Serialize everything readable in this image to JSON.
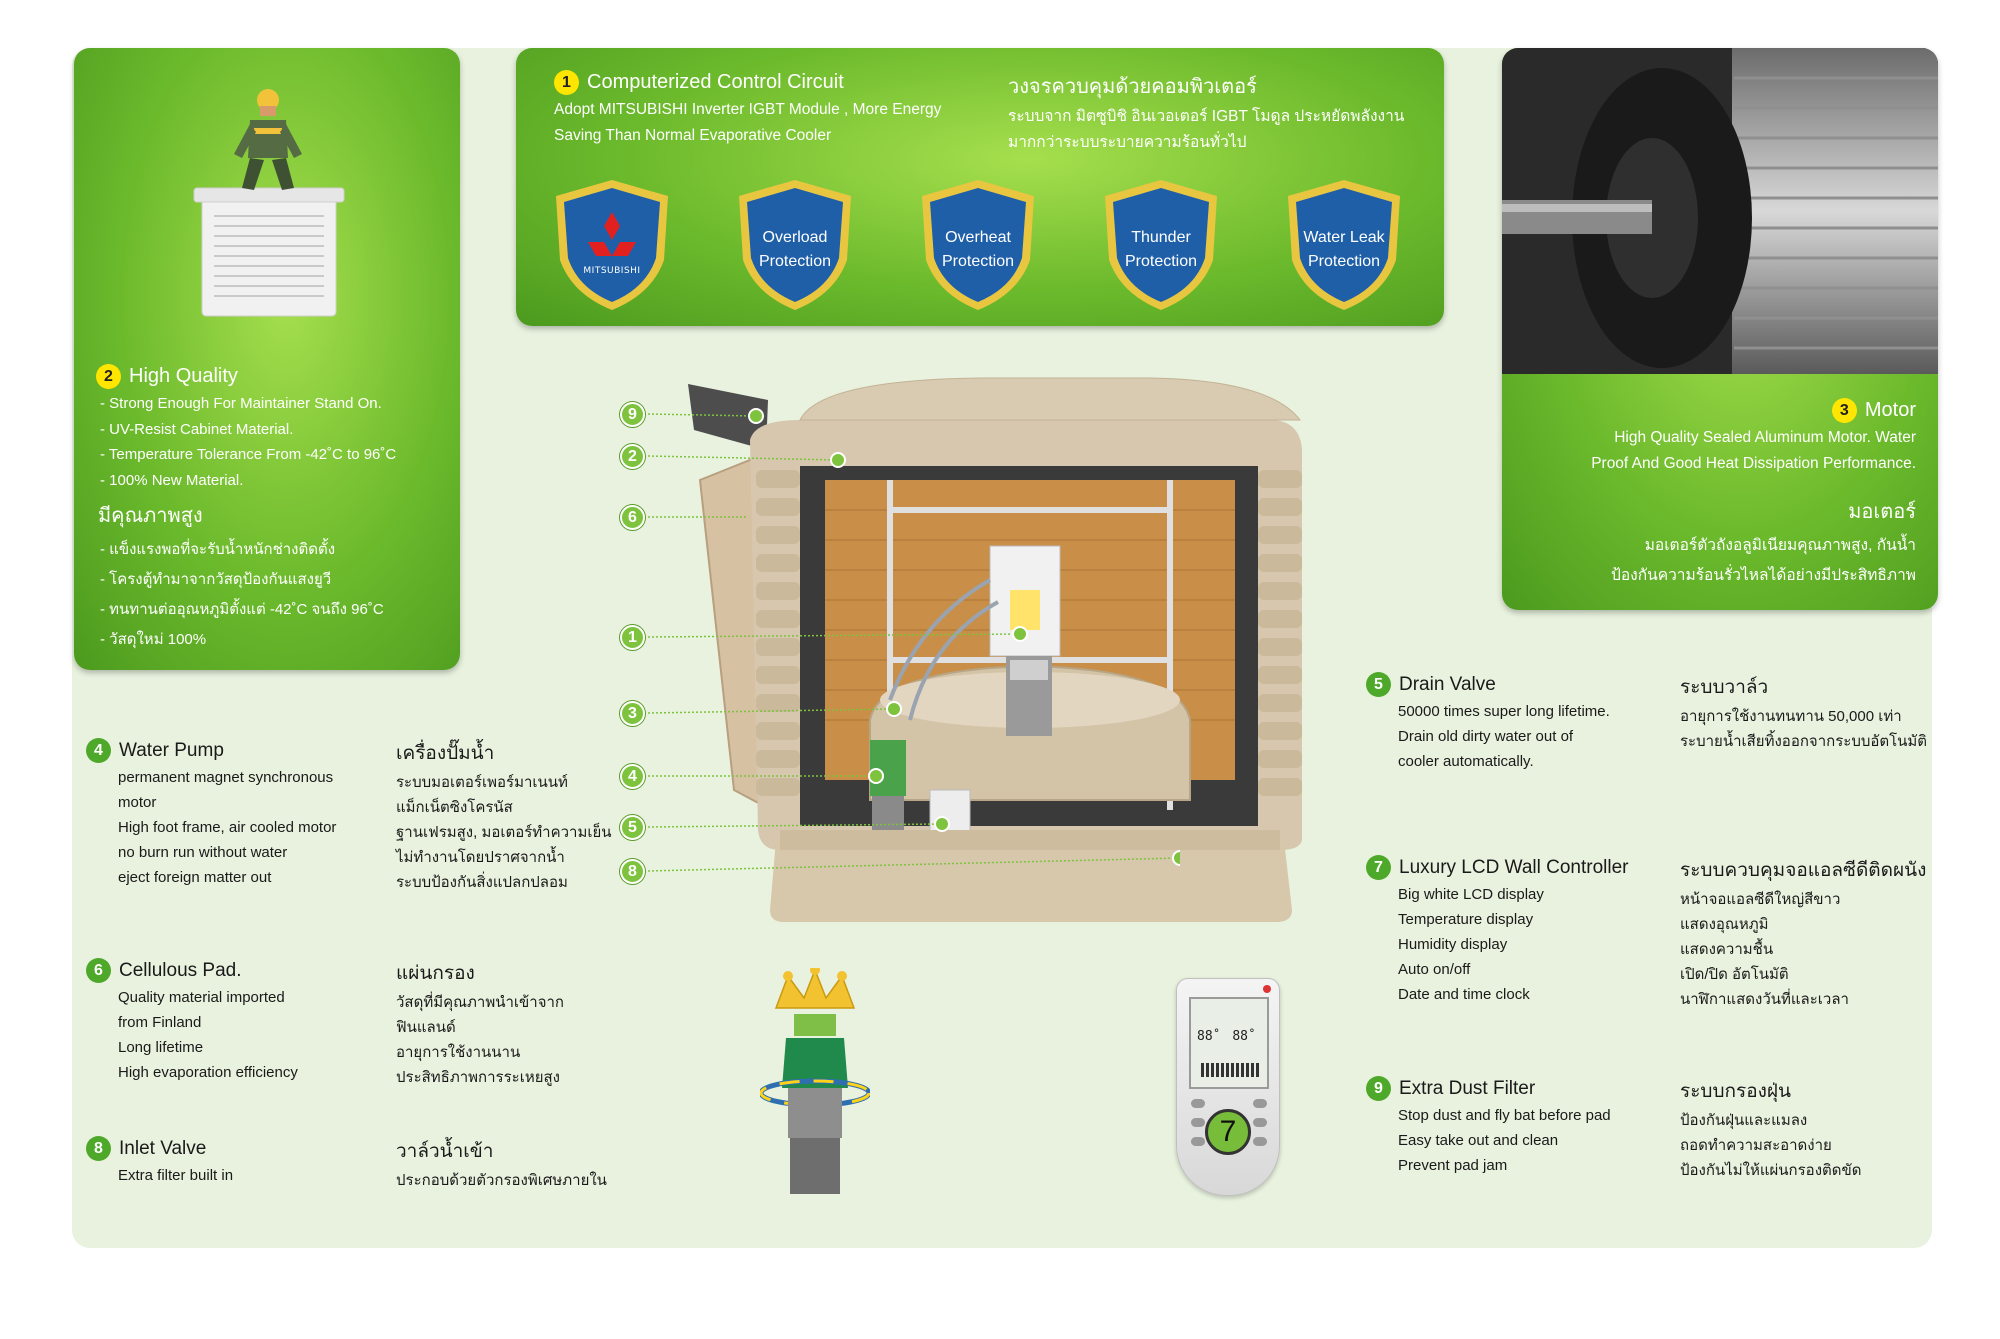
{
  "panel1": {
    "num": "1",
    "title_en": "Computerized Control Circuit",
    "desc_en": [
      "Adopt MITSUBISHI Inverter IGBT Module , More Energy",
      "Saving Than Normal Evaporative Cooler"
    ],
    "title_th": "วงจรควบคุมด้วยคอมพิวเตอร์",
    "desc_th": [
      "ระบบจาก มิตซูบิชิ อินเวอเตอร์ IGBT โมดูล ประหยัดพลังงาน",
      "มากกว่าระบบระบายความร้อนทั่วไป"
    ],
    "shields": [
      {
        "logo": "MITSUBISHI"
      },
      {
        "line1": "Overload",
        "line2": "Protection"
      },
      {
        "line1": "Overheat",
        "line2": "Protection"
      },
      {
        "line1": "Thunder",
        "line2": "Protection"
      },
      {
        "line1": "Water Leak",
        "line2": "Protection"
      }
    ]
  },
  "panel2": {
    "num": "2",
    "title_en": "High Quality",
    "items_en": [
      "- Strong Enough For Maintainer Stand On.",
      "- UV-Resist Cabinet Material.",
      "- Temperature Tolerance From -42˚C to 96˚C",
      "- 100% New Material."
    ],
    "title_th": "มีคุณภาพสูง",
    "items_th": [
      "- แข็งแรงพอที่จะรับน้ำหนักช่างติดตั้ง",
      "- โครงตู้ทำมาจากวัสดุป้องกันแสงยูวี",
      "- ทนทานต่ออุณหภูมิตั้งแต่ -42˚C จนถึง 96˚C",
      "- วัสดุใหม่ 100%"
    ]
  },
  "panel3": {
    "num": "3",
    "title_en": "Motor",
    "desc_en": [
      "High Quality Sealed Aluminum Motor. Water",
      "Proof And Good Heat Dissipation Performance."
    ],
    "title_th": "มอเตอร์",
    "desc_th": [
      "มอเตอร์ตัวถังอลูมิเนียมคุณภาพสูง, กันน้ำ",
      "ป้องกันความร้อนรั่วไหลได้อย่างมีประสิทธิภาพ"
    ]
  },
  "features": {
    "pump": {
      "num": "4",
      "title_en": "Water Pump",
      "lines_en": [
        "permanent magnet synchronous",
        "motor",
        "High foot frame, air cooled motor",
        "no burn run without water",
        "eject foreign matter out"
      ],
      "title_th": "เครื่องปั๊มน้ำ",
      "lines_th": [
        "ระบบมอเตอร์เพอร์มาเนนท์",
        "แม็กเน็ตซิงโครนัส",
        "ฐานเฟรมสูง, มอเตอร์ทำความเย็น",
        "ไม่ทำงานโดยปราศจากน้ำ",
        "ระบบป้องกันสิ่งแปลกปลอม"
      ]
    },
    "pad": {
      "num": "6",
      "title_en": "Cellulous Pad.",
      "lines_en": [
        "Quality material imported",
        "from Finland",
        "Long lifetime",
        "High evaporation efficiency"
      ],
      "title_th": "แผ่นกรอง",
      "lines_th": [
        "วัสดุที่มีคุณภาพนำเข้าจาก",
        "ฟินแลนด์",
        "อายุการใช้งานนาน",
        "ประสิทธิภาพการระเหยสูง"
      ]
    },
    "inlet": {
      "num": "8",
      "title_en": "Inlet Valve",
      "lines_en": [
        "Extra filter built in"
      ],
      "title_th": "วาล์วน้ำเข้า",
      "lines_th": [
        "ประกอบด้วยตัวกรองพิเศษภายใน"
      ]
    },
    "drain": {
      "num": "5",
      "title_en": "Drain Valve",
      "lines_en": [
        "50000 times super long lifetime.",
        "Drain old dirty water out of",
        "cooler automatically."
      ],
      "title_th": "ระบบวาล์ว",
      "lines_th": [
        "อายุการใช้งานทนทาน 50,000 เท่า",
        "ระบายน้ำเสียทิ้งออกจากระบบอัตโนมัติ"
      ]
    },
    "lcd": {
      "num": "7",
      "title_en": "Luxury LCD Wall Controller",
      "lines_en": [
        "Big white LCD display",
        "Temperature display",
        "Humidity display",
        "Auto on/off",
        "Date and time clock"
      ],
      "title_th": "ระบบควบคุมจอแอลซีดีติดผนัง",
      "lines_th": [
        "หน้าจอแอลซีดีใหญ่สีขาว",
        "แสดงอุณหภูมิ",
        "แสดงความชื้น",
        "เปิด/ปิด อัตโนมัติ",
        "นาฬิกาแสดงวันที่และเวลา"
      ]
    },
    "dust": {
      "num": "9",
      "title_en": "Extra Dust Filter",
      "lines_en": [
        "Stop dust and fly bat before pad",
        "Easy take out and clean",
        "Prevent pad jam"
      ],
      "title_th": "ระบบกรองฝุ่น",
      "lines_th": [
        "ป้องกันฝุ่นและแมลง",
        "ถอดทำความสะอาดง่าย",
        "ป้องกันไม่ให้แผ่นกรองติดขัด"
      ]
    }
  },
  "callouts": [
    "9",
    "2",
    "6",
    "1",
    "3",
    "4",
    "5",
    "8"
  ],
  "remote": {
    "lcd_left": "88˚",
    "lcd_right": "88˚",
    "badge": "7"
  },
  "colors": {
    "panel_green": "#6cba2c",
    "badge_yellow": "#ffe600",
    "shield_blue": "#1f5fa8",
    "shield_gold": "#e8c640",
    "bg": "#e8f2de"
  }
}
